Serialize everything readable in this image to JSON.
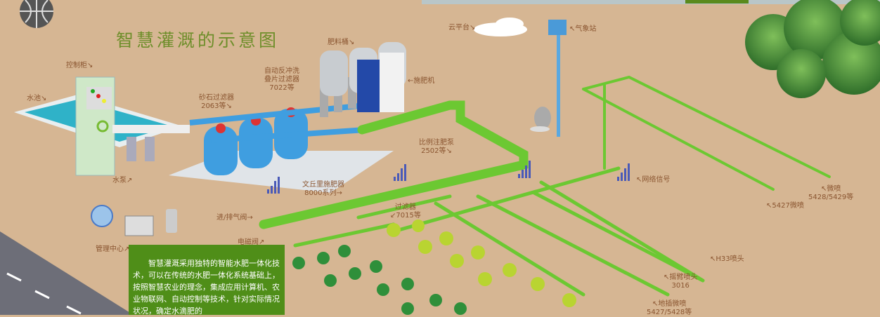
{
  "title": "智慧灌溉的示意图",
  "labels": {
    "control_cabinet": "控制柜↘",
    "pool": "水池↘",
    "pump": "水泵↗",
    "sand_filter": [
      "砂石过滤器",
      "2063等↘"
    ],
    "disc_filter": [
      "自动反冲洗",
      "叠片过滤器",
      "7022等"
    ],
    "fert_tank": "肥料桶↘",
    "fertilizer_machine": "←施肥机",
    "cloud": "云平台↘",
    "weather": "↖气象站",
    "ratio_pump": [
      "比例注肥泵",
      "2502等↘"
    ],
    "venturi": [
      "文丘里施肥器",
      "8000系列→"
    ],
    "filter": [
      "过滤器",
      "↙7015等"
    ],
    "air_valve": "进/排气阀→",
    "solenoid": "电磁阀↗",
    "management": "管理中心↗",
    "network": "↖网络信号",
    "micro_spray": [
      "↖微喷",
      "5428/5429等"
    ],
    "spray_5427": "↖5427微喷",
    "h33": "↖H33喷头",
    "rocker": [
      "↖摇臂喷头",
      "3016"
    ],
    "ground": [
      "↖地插微喷",
      "5427/5428等"
    ]
  },
  "description": "智慧灌溉采用独特的智能水肥一体化技术，可以在传统的水肥一体化系统基础上，按照智慧农业的理念，集成应用计算机、农业物联网、自动控制等技术，针对实际情况状况，确定水滴肥的",
  "colors": {
    "pipe": "#6cc832",
    "ground": "#d6b693",
    "tank": "#3f9ee0",
    "box": "#4f8e18",
    "label": "#8a5530"
  }
}
